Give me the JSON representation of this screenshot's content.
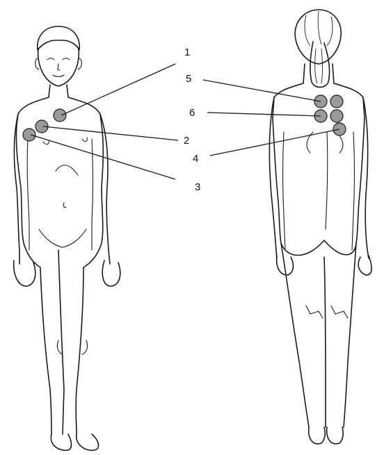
{
  "labels": {
    "l1": "1",
    "l2": "2",
    "l3": "3",
    "l4": "4",
    "l5": "5",
    "l6": "6"
  },
  "colors": {
    "outline": "#1a1a1a",
    "marker_fill": "#9a9a9a",
    "background": "#ffffff"
  }
}
